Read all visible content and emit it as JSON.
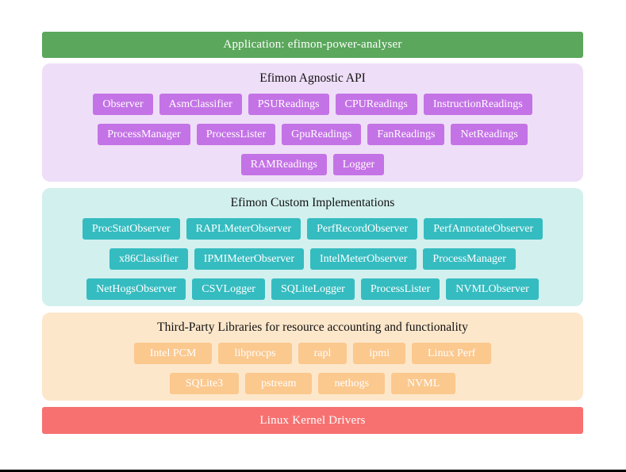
{
  "app_bar": {
    "label": "Application: efimon-power-analyser"
  },
  "layers": [
    {
      "title": "Efimon Agnostic API",
      "rows": [
        [
          "Observer",
          "AsmClassifier",
          "PSUReadings",
          "CPUReadings",
          "InstructionReadings"
        ],
        [
          "ProcessManager",
          "ProcessLister",
          "GpuReadings",
          "FanReadings",
          "NetReadings"
        ],
        [
          "RAMReadings",
          "Logger"
        ]
      ]
    },
    {
      "title": "Efimon Custom Implementations",
      "rows": [
        [
          "ProcStatObserver",
          "RAPLMeterObserver",
          "PerfRecordObserver",
          "PerfAnnotateObserver"
        ],
        [
          "x86Classifier",
          "IPMIMeterObserver",
          "IntelMeterObserver",
          "ProcessManager"
        ],
        [
          "NetHogsObserver",
          "CSVLogger",
          "SQLiteLogger",
          "ProcessLister",
          "NVMLObserver"
        ]
      ]
    },
    {
      "title": "Third-Party Libraries for resource accounting and functionality",
      "rows": [
        [
          "Intel PCM",
          "libprocps",
          "rapl",
          "ipmi",
          "Linux Perf"
        ],
        [
          "SQLite3",
          "pstream",
          "nethogs",
          "NVML"
        ]
      ]
    }
  ],
  "kernel_bar": {
    "label": "Linux Kernel Drivers"
  },
  "colors": {
    "green": "#5ba75c",
    "purple_bg": "#efdef8",
    "purple": "#c473e6",
    "teal_bg": "#d2f0ee",
    "teal": "#35bcc0",
    "orange_bg": "#fde7cb",
    "orange": "#fbc88e",
    "red": "#f77171",
    "title_text": "#111111",
    "box_text": "#ffffff",
    "border_line": "#000000"
  }
}
